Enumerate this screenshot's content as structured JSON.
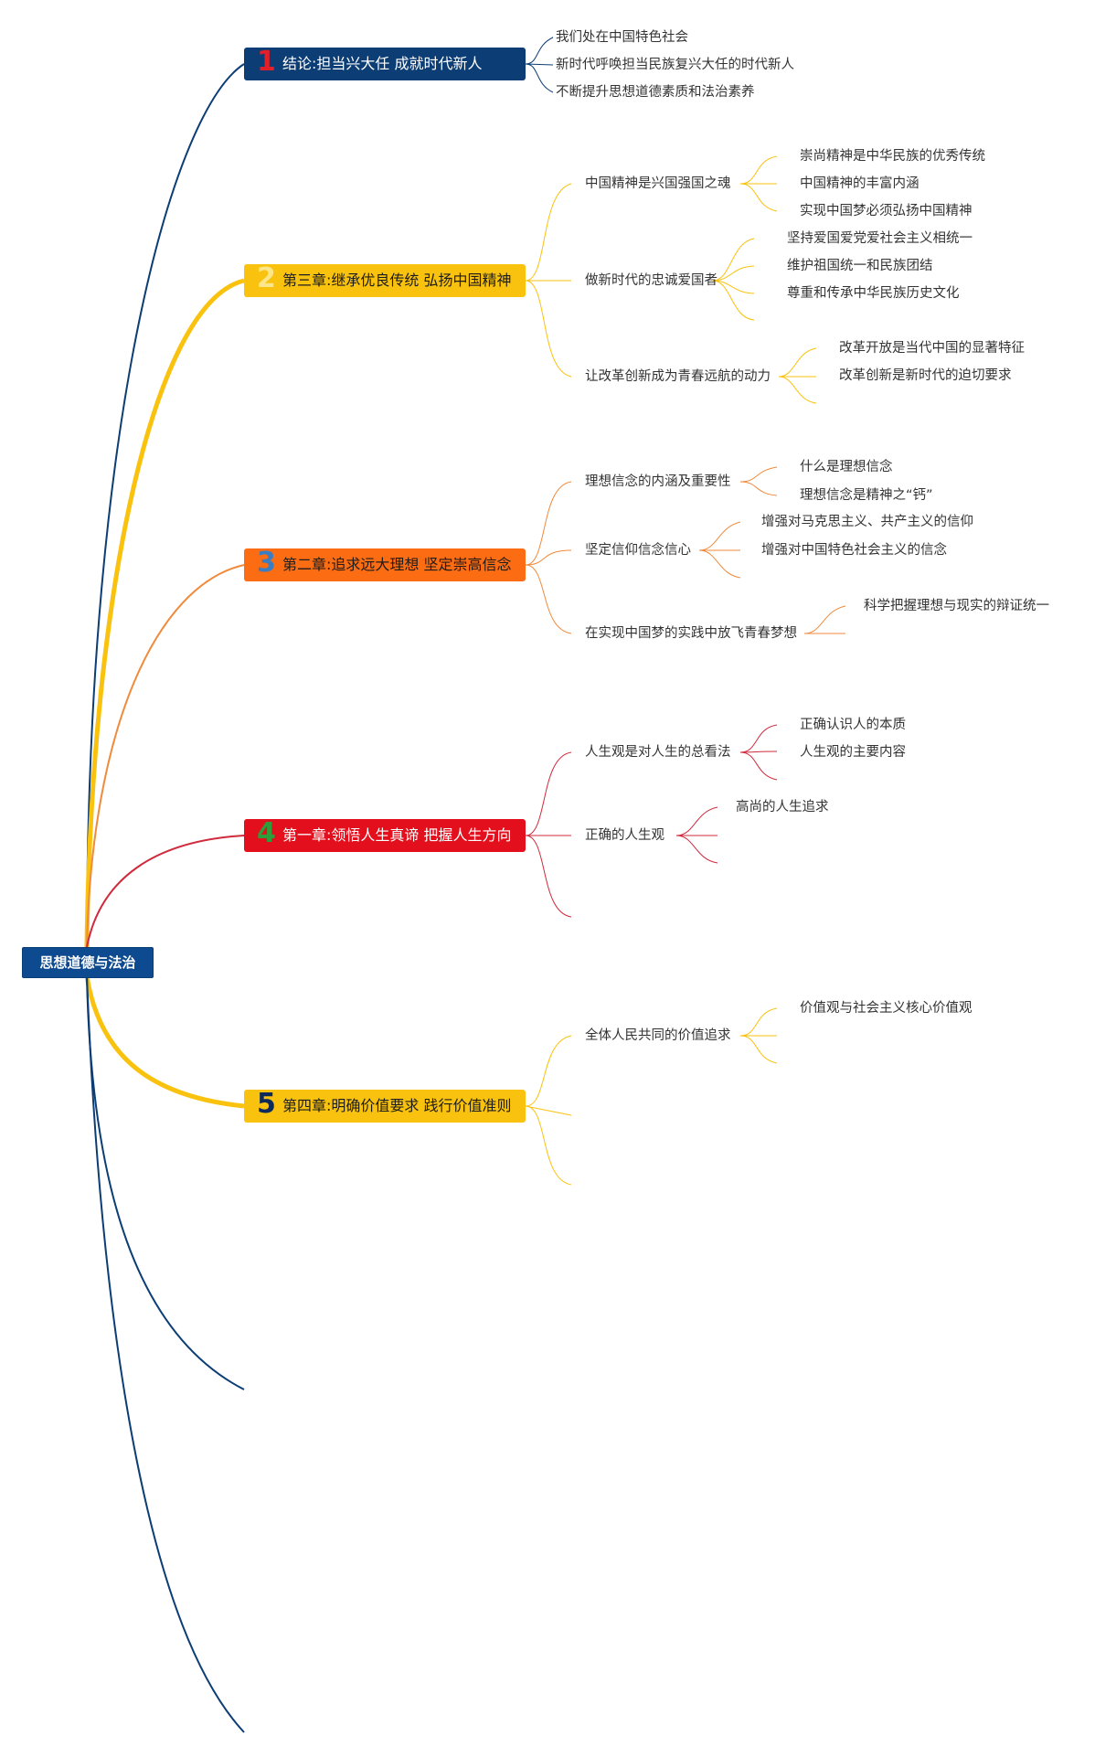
{
  "root": {
    "label": "思想道德与法治"
  },
  "branches": [
    {
      "num": "1",
      "num_color": "#e3202a",
      "label": "结论:担当兴大任 成就时代新人",
      "line_color": "#0c3d74",
      "leaves": [
        "我们处在中国特色社会",
        "新时代呼唤担当民族复兴大任的时代新人",
        "不断提升思想道德素质和法治素养"
      ]
    },
    {
      "num": "2",
      "num_color": "#fde68a",
      "label": "第三章:继承优良传统 弘扬中国精神",
      "line_color": "#f9c20f",
      "subs": [
        {
          "label": "中国精神是兴国强国之魂",
          "leaves": [
            "崇尚精神是中华民族的优秀传统",
            "中国精神的丰富内涵",
            "实现中国梦必须弘扬中国精神"
          ]
        },
        {
          "label": "做新时代的忠诚爱国者",
          "leaves": [
            "坚持爱国爱党爱社会主义相统一",
            "维护祖国统一和民族团结",
            "尊重和传承中华民族历史文化"
          ]
        },
        {
          "label": "让改革创新成为青春远航的动力",
          "leaves": [
            "改革开放是当代中国的显著特征",
            "改革创新是新时代的迫切要求"
          ]
        }
      ]
    },
    {
      "num": "3",
      "num_color": "#3a7dc0",
      "label": "第二章:追求远大理想 坚定崇高信念",
      "line_color": "#f08a3c",
      "subs": [
        {
          "label": "理想信念的内涵及重要性",
          "leaves": [
            "什么是理想信念",
            "理想信念是精神之“钙”"
          ]
        },
        {
          "label": "坚定信仰信念信心",
          "leaves": [
            "增强对马克思主义、共产主义的信仰",
            "增强对中国特色社会主义的信念"
          ]
        },
        {
          "label": "在实现中国梦的实践中放飞青春梦想",
          "leaves": [
            "科学把握理想与现实的辩证统一"
          ]
        }
      ]
    },
    {
      "num": "4",
      "num_color": "#2e9e3a",
      "label": "第一章:领悟人生真谛 把握人生方向",
      "line_color": "#d02a3c",
      "subs": [
        {
          "label": "人生观是对人生的总看法",
          "leaves": [
            "正确认识人的本质",
            "人生观的主要内容"
          ]
        },
        {
          "label": "正确的人生观",
          "leaves": [
            "高尚的人生追求"
          ]
        }
      ]
    },
    {
      "num": "5",
      "num_color": "#0c2a5a",
      "label": "第四章:明确价值要求 践行价值准则",
      "line_color": "#f9c20f",
      "subs": [
        {
          "label": "全体人民共同的价值追求",
          "leaves": [
            "价值观与社会主义核心价值观"
          ]
        }
      ]
    }
  ]
}
